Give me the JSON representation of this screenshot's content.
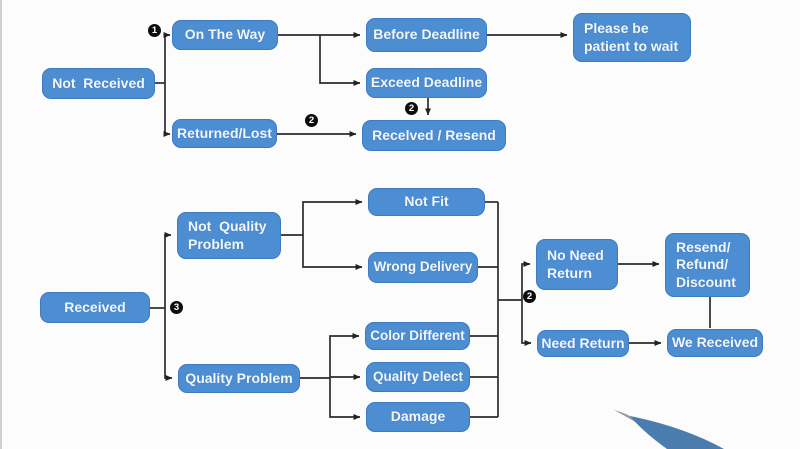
{
  "diagram": {
    "background": "#fcfcfc",
    "palette": {
      "bg": "#fcfcfc",
      "node_fill": "#4d8dd1",
      "node_border": "#3c7ac1",
      "node_text": "#f2f7ff",
      "line": "#2d2d2d",
      "marker_bg": "#0d0d0d",
      "marker_text": "#ffffff",
      "swoosh": "#4a7dae"
    }
  },
  "nodes": [
    {
      "id": "not-received",
      "label": "Not  Received"
    },
    {
      "id": "on-the-way",
      "label": "On The Way"
    },
    {
      "id": "returned-lost",
      "label": "Returned/Lost"
    },
    {
      "id": "before-deadline",
      "label": "Before Deadline"
    },
    {
      "id": "exceed-deadline",
      "label": "Exceed Deadline"
    },
    {
      "id": "received-resend",
      "label": "Recelved / Resend"
    },
    {
      "id": "please-wait",
      "label": "Please be\npatient to wait"
    },
    {
      "id": "received",
      "label": "Received"
    },
    {
      "id": "not-quality-problem",
      "label": "Not  Quality\nProblem"
    },
    {
      "id": "quality-problem",
      "label": "Quality Problem"
    },
    {
      "id": "not-fit",
      "label": "Not Fit"
    },
    {
      "id": "wrong-delivery",
      "label": "Wrong Delivery"
    },
    {
      "id": "color-different",
      "label": "Color Different"
    },
    {
      "id": "quality-delect",
      "label": "Quality Delect"
    },
    {
      "id": "damage",
      "label": "Damage"
    },
    {
      "id": "no-need-return",
      "label": "No Need\nReturn"
    },
    {
      "id": "need-return",
      "label": "Need Return"
    },
    {
      "id": "resend-refund-discount",
      "label": "Resend/\nRefund/\nDiscount"
    },
    {
      "id": "we-received",
      "label": "We Received"
    }
  ],
  "markers": [
    {
      "symbol": "1",
      "near": "not-received-branch"
    },
    {
      "symbol": "2",
      "near": "returned-lost-to-received-resend"
    },
    {
      "symbol": "2",
      "near": "exceed-deadline-to-received-resend"
    },
    {
      "symbol": "3",
      "near": "received-branch"
    },
    {
      "symbol": "2",
      "near": "return-decision-branch"
    }
  ],
  "edges": [
    {
      "from": "not-received",
      "to": "on-the-way"
    },
    {
      "from": "not-received",
      "to": "returned-lost"
    },
    {
      "from": "on-the-way",
      "to": "before-deadline"
    },
    {
      "from": "on-the-way",
      "to": "exceed-deadline"
    },
    {
      "from": "before-deadline",
      "to": "please-wait"
    },
    {
      "from": "exceed-deadline",
      "to": "received-resend"
    },
    {
      "from": "returned-lost",
      "to": "received-resend"
    },
    {
      "from": "received",
      "to": "not-quality-problem"
    },
    {
      "from": "received",
      "to": "quality-problem"
    },
    {
      "from": "not-quality-problem",
      "to": "not-fit"
    },
    {
      "from": "not-quality-problem",
      "to": "wrong-delivery"
    },
    {
      "from": "quality-problem",
      "to": "color-different"
    },
    {
      "from": "quality-problem",
      "to": "quality-delect"
    },
    {
      "from": "quality-problem",
      "to": "damage"
    },
    {
      "from": "outcome-bus",
      "to": "no-need-return"
    },
    {
      "from": "outcome-bus",
      "to": "need-return"
    },
    {
      "from": "no-need-return",
      "to": "resend-refund-discount"
    },
    {
      "from": "need-return",
      "to": "we-received"
    },
    {
      "from": "resend-refund-discount",
      "to": "we-received"
    }
  ]
}
